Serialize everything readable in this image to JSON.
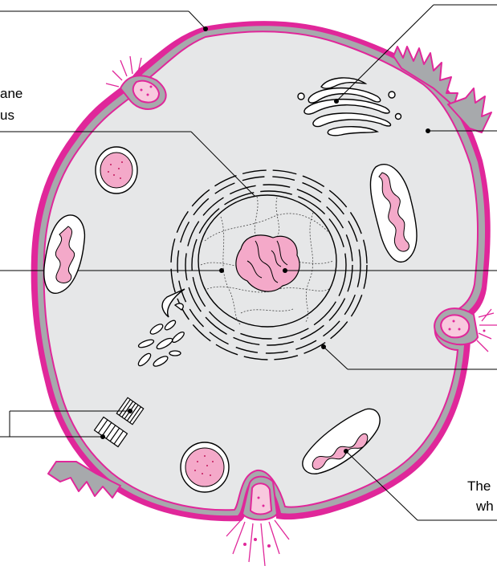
{
  "labels": {
    "membrane_fragment": "ane",
    "nucleus_fragment": "us",
    "mito_text_line1": "The",
    "mito_text_line2": "wh"
  },
  "colors": {
    "membrane": "#e0279a",
    "membrane_fill": "#a7a9ac",
    "cytoplasm": "#e6e7e8",
    "pink_fill": "#f4a9c9",
    "light_pink": "#f8c9de",
    "white": "#ffffff",
    "line": "#000000"
  },
  "icons": [
    "cell-membrane",
    "golgi-apparatus",
    "nucleus",
    "nucleolus",
    "endoplasmic-reticulum",
    "mitochondrion",
    "lysosome",
    "centriole",
    "vesicle"
  ]
}
